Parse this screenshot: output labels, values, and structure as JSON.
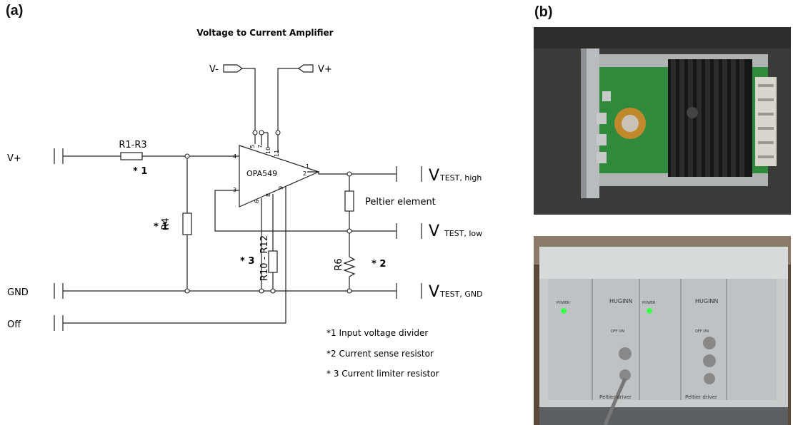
{
  "panels": {
    "a": "(a)",
    "b": "(b)"
  },
  "schematic": {
    "title": "Voltage to Current Amplifier",
    "supply_neg": "V-",
    "supply_pos": "V+",
    "inputs": {
      "vplus": "V+",
      "gnd": "GND",
      "off": "Off"
    },
    "resistors": {
      "r1_r3": "R1-R3",
      "r4": "R4",
      "r10_r12": "R10 - R12",
      "r6": "R6"
    },
    "opamp": "OPA549",
    "pins": {
      "p1": "1",
      "p2": "2",
      "p3": "3",
      "p4": "4",
      "p5": "5",
      "p6": "6",
      "p7": "7",
      "p8": "8",
      "p9": "9",
      "p10": "10",
      "p11": "11"
    },
    "peltier": "Peltier element",
    "outputs": {
      "high_v": "V",
      "high_sub": "TEST, high",
      "low_v": "V",
      "low_sub": "TEST, low",
      "gnd_v": "V",
      "gnd_sub": "TEST, GND"
    },
    "marks": {
      "m1a": "* 1",
      "m1b": "* 1",
      "m2": "* 2",
      "m3": "* 3"
    },
    "notes": [
      "*1 Input voltage divider",
      "*2 Current sense resistor",
      "* 3 Current limiter resistor"
    ]
  },
  "photo_bottom": {
    "power1": "POWER",
    "power2": "POWER",
    "brand1": "HUGINN",
    "brand2": "HUGINN",
    "module1": "Peltier driver",
    "module2": "Peltier driver",
    "offon1": "OFF ON",
    "offon2": "OFF ON"
  }
}
